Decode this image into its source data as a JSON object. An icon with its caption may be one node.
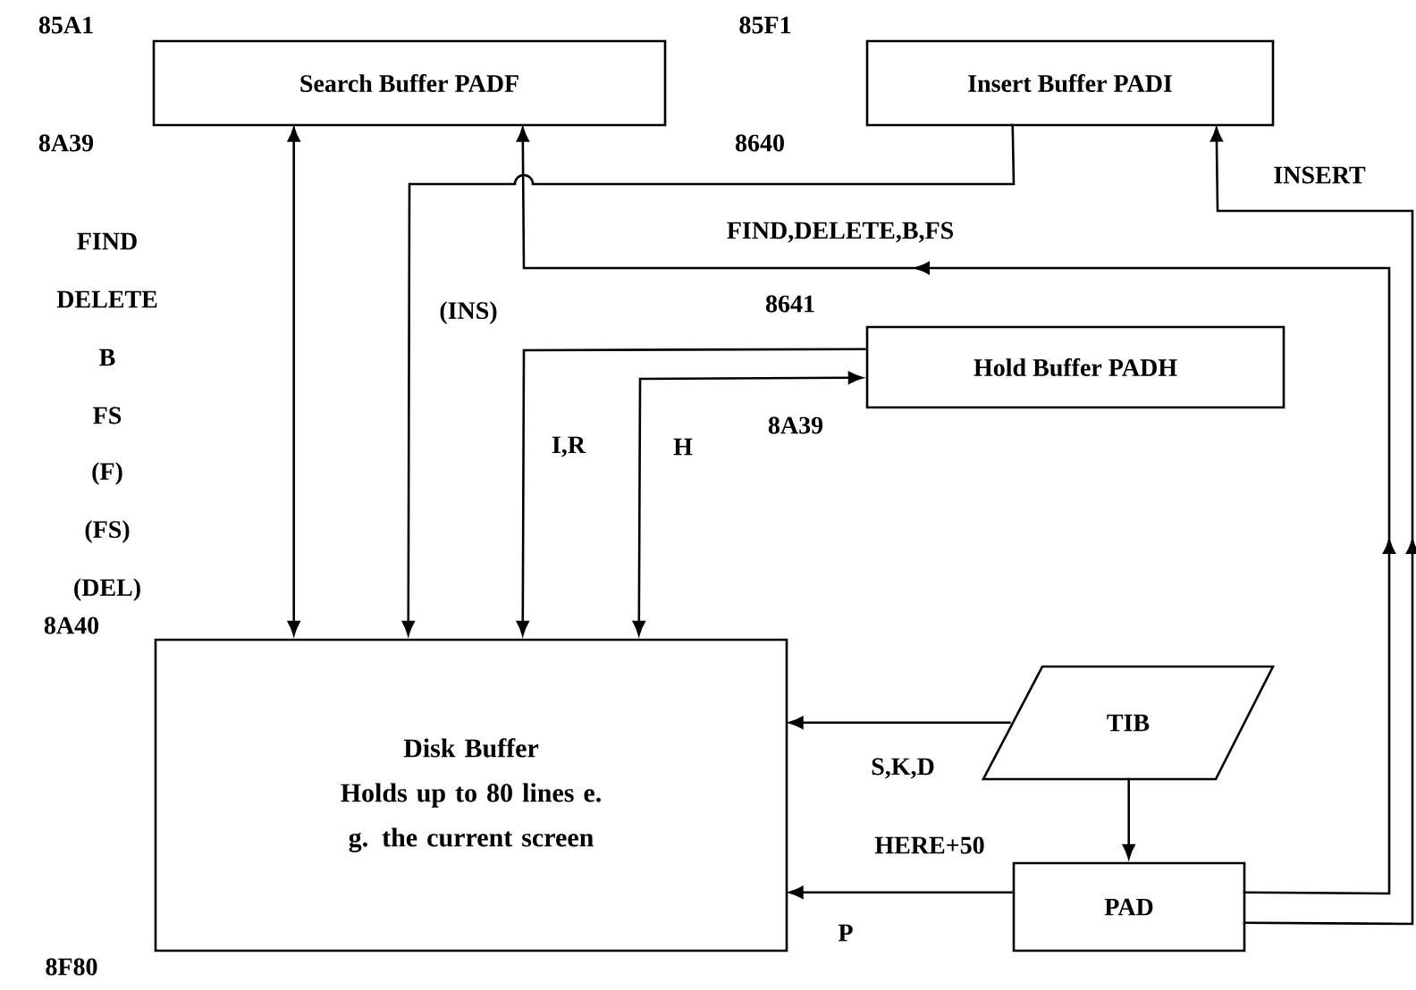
{
  "diagram": {
    "nodes": [
      {
        "text": [
          "Search Buffer PADF"
        ],
        "beside": [
          "85A1",
          "8A39"
        ]
      },
      {
        "text": [
          "Insert Buffer PADI"
        ],
        "beside": [
          "85F1",
          "8640"
        ]
      },
      {
        "text": [
          "Hold Buffer PADH"
        ],
        "beside": [
          "8641",
          "8A39"
        ]
      },
      {
        "text": [
          "Disk Buffer",
          "Holds up to 80 lines e. g. the current screen"
        ],
        "beside": [
          "8A40",
          "8F80"
        ]
      },
      {
        "text": [
          "TIB"
        ]
      },
      {
        "text": [
          "PAD"
        ],
        "beside": [
          "HERE+50"
        ]
      }
    ],
    "edges": [
      {
        "from": 0,
        "to": 3,
        "arrow": "both"
      },
      {
        "from": 1,
        "to": 3,
        "arrow": "to",
        "label": "(INS)"
      },
      {
        "from": 5,
        "to": 0,
        "arrow": "to",
        "label": "FIND,DELETE,B,FS"
      },
      {
        "from": 5,
        "to": 1,
        "arrow": "to",
        "label": "INSERT"
      },
      {
        "from": 2,
        "to": 3,
        "arrow": "to",
        "label": "I,R"
      },
      {
        "from": 2,
        "to": 3,
        "arrow": "both",
        "label": "H"
      },
      {
        "from": 4,
        "to": 3,
        "arrow": "to",
        "label": "S,K,D"
      },
      {
        "from": 4,
        "to": 5,
        "arrow": "to"
      },
      {
        "from": 5,
        "to": 3,
        "arrow": "to",
        "label": "P"
      }
    ],
    "labels": [
      "FIND",
      "DELETE",
      "B",
      "FS",
      "(F)",
      "(FS)",
      "(DEL)"
    ]
  }
}
